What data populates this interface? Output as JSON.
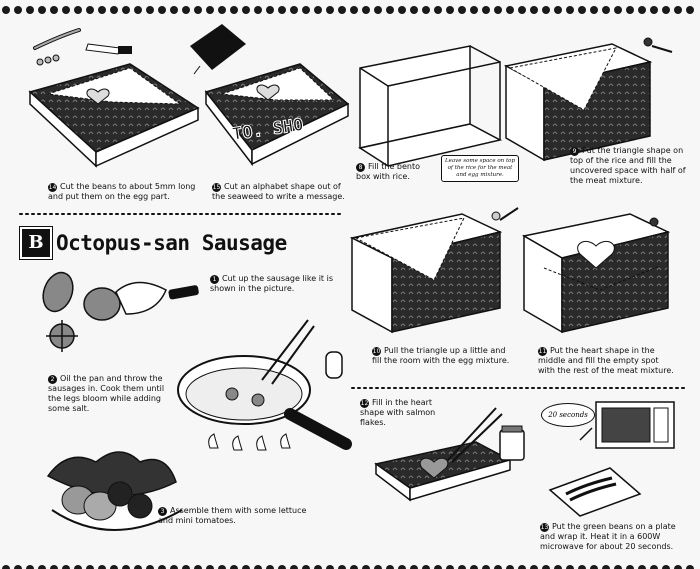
{
  "steps": [
    {
      "n": "14",
      "text": "Cut the beans to about 5mm long and put them on the egg part."
    },
    {
      "n": "15",
      "text": "Cut an alphabet shape out of the seaweed to write a message."
    },
    {
      "n": "8",
      "text": "Fill the bento box with rice."
    },
    {
      "n": "9",
      "text": "Put the triangle shape on top of the rice and fill the uncovered space with half of the meat mixture."
    },
    {
      "n": "10",
      "text": "Pull the triangle up a little and fill the room with the egg mixture."
    },
    {
      "n": "11",
      "text": "Put the heart shape in the middle and fill the empty spot with the rest of the meat mixture."
    },
    {
      "n": "12",
      "text": "Fill in the heart shape with salmon flakes."
    },
    {
      "n": "13",
      "text": "Put the green beans on a plate and wrap it. Heat it in a 600W microwave for about 20 seconds."
    }
  ],
  "sausage": {
    "letter": "B",
    "title": "Octopus-san Sausage",
    "steps": [
      {
        "n": "1",
        "text": "Cut up the sausage like it is shown in the picture."
      },
      {
        "n": "2",
        "text": "Oil the pan and throw the sausages in. Cook them until the legs bloom while adding some salt."
      },
      {
        "n": "3",
        "text": "Assemble them with some lettuce and mini tomatoes."
      }
    ]
  },
  "notes": {
    "rice_space": "Leave some space on top of the rice for the meat and egg mixture.",
    "timer": "20 seconds",
    "message": "TO. SHO"
  }
}
